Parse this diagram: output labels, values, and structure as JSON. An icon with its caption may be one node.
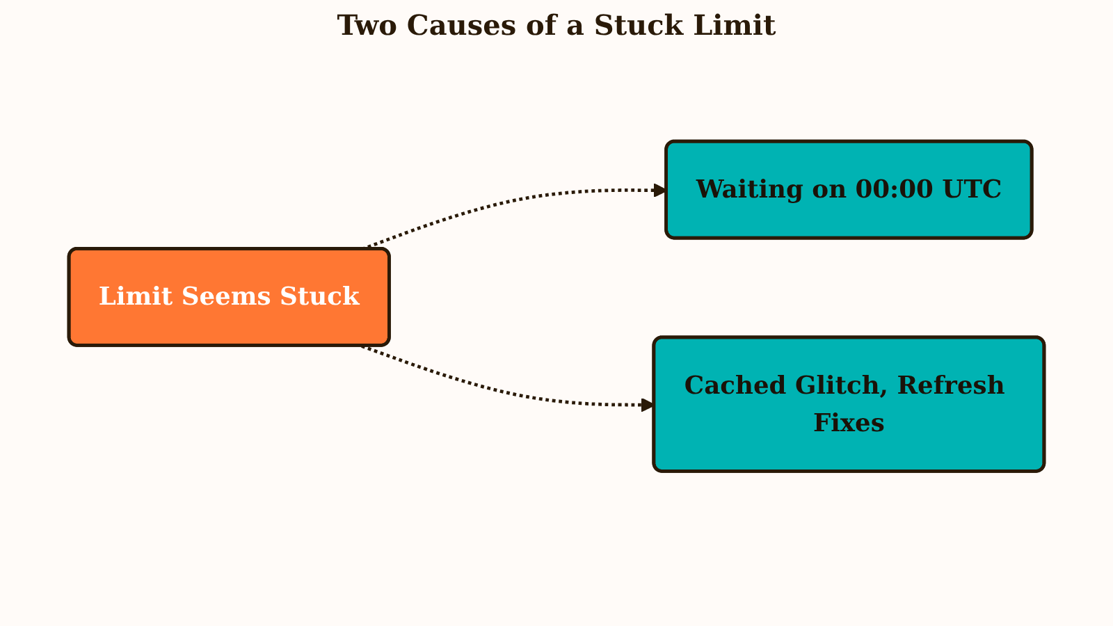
{
  "diagram": {
    "title": "Two Causes of a Stuck Limit",
    "nodes": [
      {
        "text": [
          "Limit Seems Stuck"
        ]
      },
      {
        "text": [
          "Waiting on 00:00 UTC"
        ]
      },
      {
        "text": [
          "Cached Glitch, Refresh Fixes"
        ]
      }
    ],
    "edges": [
      {
        "from": 0,
        "to": 1,
        "arrow": "to",
        "style": "dashed"
      },
      {
        "from": 0,
        "to": 2,
        "arrow": "to",
        "style": "dashed"
      }
    ]
  }
}
